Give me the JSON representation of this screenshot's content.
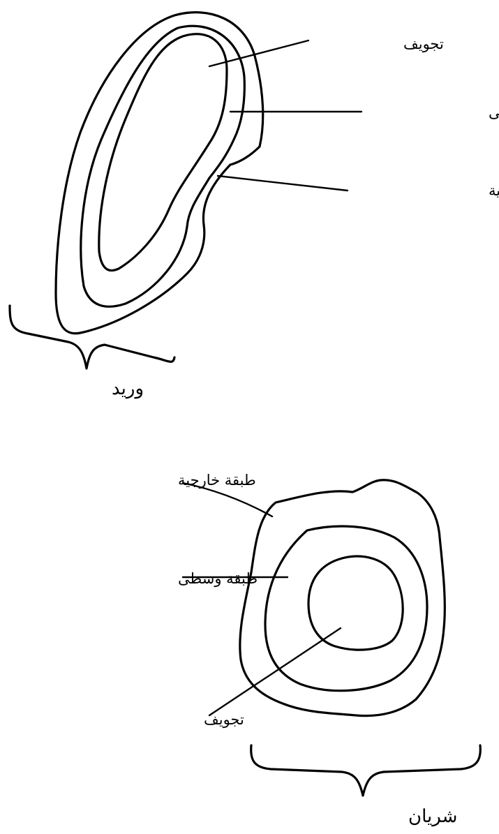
{
  "vein": {
    "caption": "وريد",
    "labels": {
      "lumen": "تجويف",
      "middle_layer": "طبقة وسطى",
      "outer_layer": "طبقة خارجية"
    }
  },
  "artery": {
    "caption": "شريان",
    "labels": {
      "outer_layer": "طبقة خارجية",
      "middle_layer": "طبقة وسطى",
      "lumen": "تجويف"
    }
  }
}
